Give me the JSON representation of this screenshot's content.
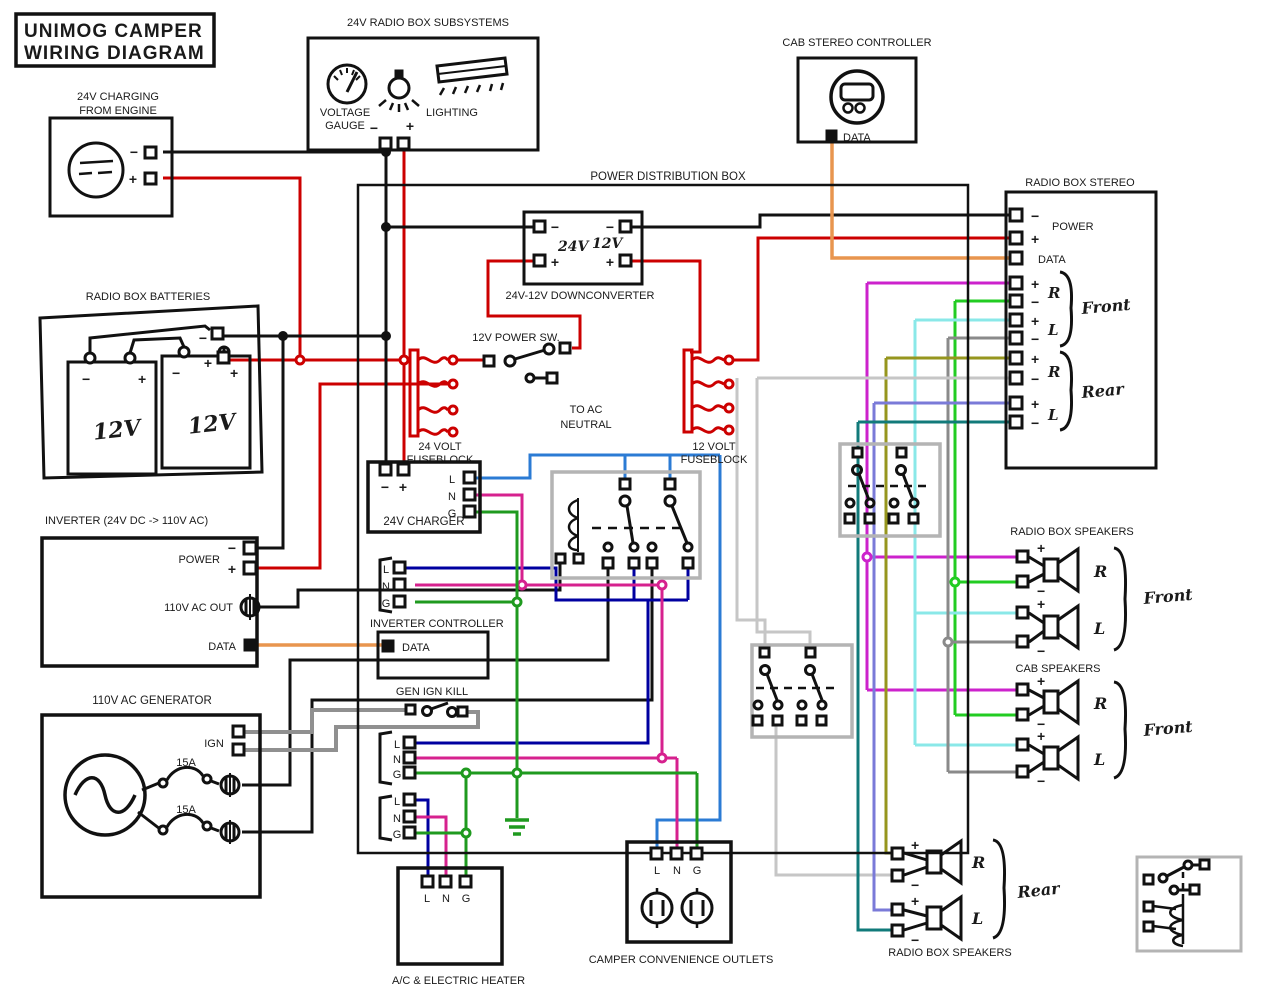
{
  "title": {
    "line1": "UNIMOG CAMPER",
    "line2": "WIRING DIAGRAM"
  },
  "labels": {
    "subsystems": "24V RADIO BOX SUBSYSTEMS",
    "voltage1": "VOLTAGE",
    "voltage2": "GAUGE",
    "lighting": "LIGHTING",
    "cab_stereo": "CAB STEREO CONTROLLER",
    "engine1": "24V CHARGING",
    "engine2": "FROM ENGINE",
    "batteries": "RADIO BOX BATTERIES",
    "battery_v": "12V",
    "pdb": "POWER DISTRIBUTION BOX",
    "downconverter": "24V-12V DOWNCONVERTER",
    "v24": "24V",
    "v12": "12V",
    "power_sw": "12V POWER SW.",
    "fuse24": "24 VOLT",
    "fuse12": "12 VOLT",
    "fuseblock": "FUSEBLOCK",
    "to_ac1": "TO AC",
    "to_ac2": "NEUTRAL",
    "stereo": "RADIO BOX STEREO",
    "power": "POWER",
    "data": "DATA",
    "inverter": "INVERTER (24V DC -> 110V AC)",
    "ac_out": "110V AC OUT",
    "charger": "24V CHARGER",
    "controller": "INVERTER CONTROLLER",
    "gen_kill": "GEN IGN KILL",
    "generator": "110V AC GENERATOR",
    "ign": "IGN",
    "amp15": "15A",
    "heater": "A/C & ELECTRIC HEATER",
    "outlets": "CAMPER CONVENIENCE OUTLETS",
    "radio_speakers": "RADIO BOX SPEAKERS",
    "cab_speakers": "CAB SPEAKERS",
    "front": "Front",
    "rear": "Rear"
  },
  "sym": {
    "plus": "+",
    "minus": "−",
    "L": "L",
    "N": "N",
    "G": "G",
    "R": "R"
  },
  "wire_colors": {
    "red": "#cc0000",
    "black": "#111111",
    "orange": "#e8954f",
    "ign_gray": "#909090",
    "ac_blue": "#2b7bd4",
    "ac_navy": "#0000a0",
    "neutral_pink": "#d6218e",
    "ground_green": "#1f9a1f",
    "front_r_pos": "#cc22cc",
    "front_r_neg": "#22cc22",
    "front_l_pos": "#8ae8e8",
    "front_l_neg": "#8a8a8a",
    "rear_r_pos": "#96961e",
    "rear_r_neg": "#c6c6c6",
    "rear_l_pos": "#7a7ad8",
    "rear_l_neg": "#117a7a",
    "relay_outline": "#b4b4b4",
    "pdb_label": "#cc3333",
    "component": "#111111"
  }
}
